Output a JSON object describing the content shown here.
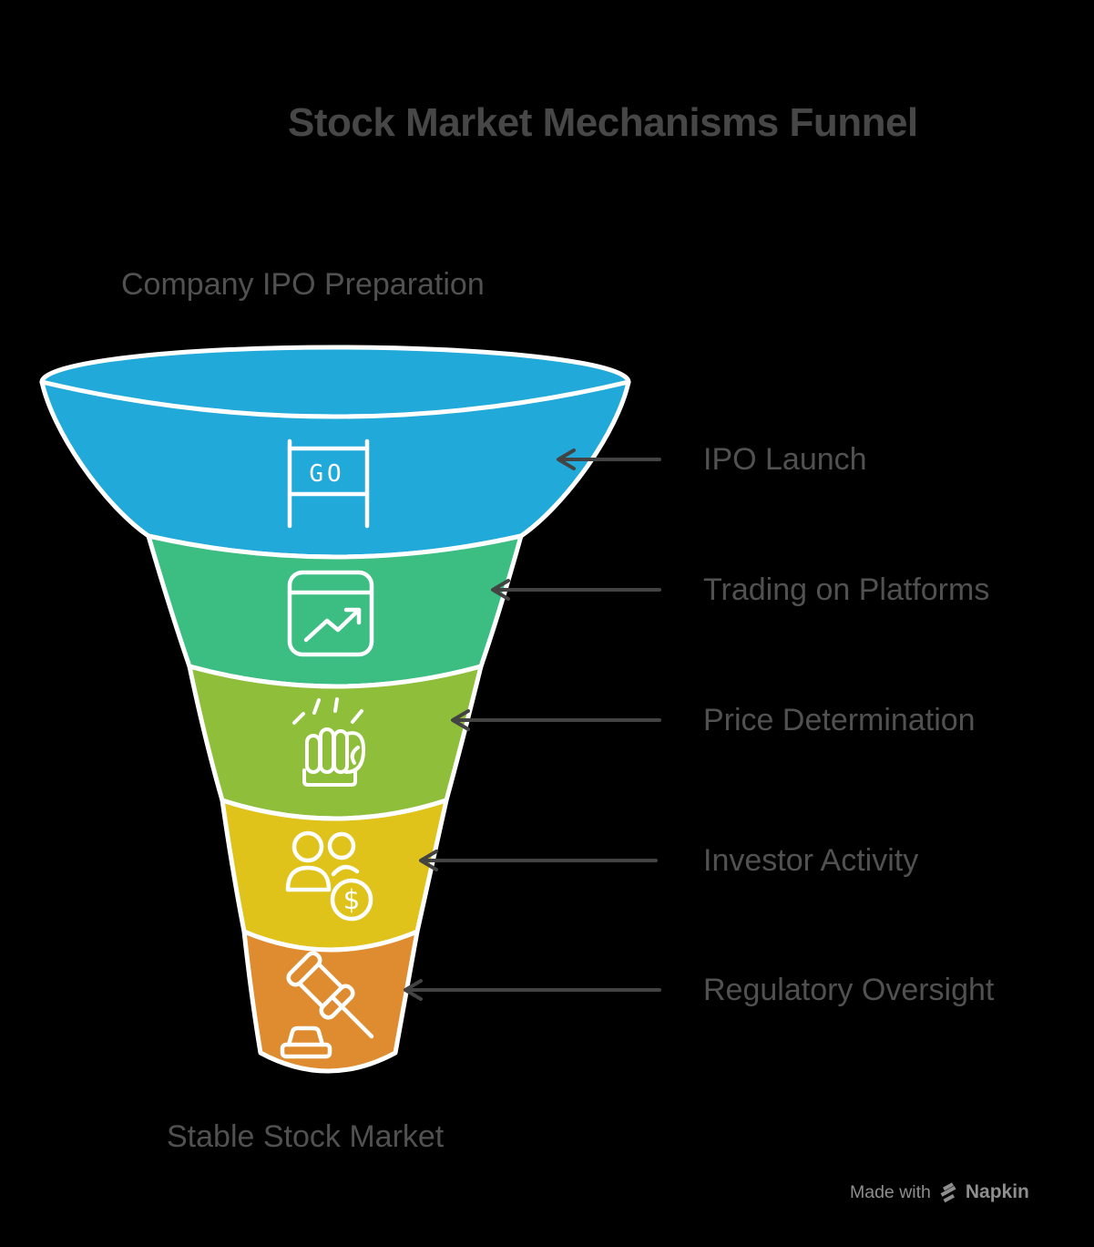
{
  "title": "Stock Market Mechanisms Funnel",
  "input_label": "Company IPO Preparation",
  "output_label": "Stable Stock Market",
  "stages": [
    {
      "label": "IPO Launch",
      "color": "#21A9DA",
      "icon": "go-sign-icon",
      "icon_text": "GO"
    },
    {
      "label": "Trading on Platforms",
      "color": "#3CBE83",
      "icon": "trading-chart-icon",
      "icon_text": ""
    },
    {
      "label": "Price Determination",
      "color": "#8FBE3B",
      "icon": "raised-fist-icon",
      "icon_text": ""
    },
    {
      "label": "Investor Activity",
      "color": "#E0C31A",
      "icon": "investors-icon",
      "icon_text": "$"
    },
    {
      "label": "Regulatory Oversight",
      "color": "#DE8C2F",
      "icon": "gavel-icon",
      "icon_text": ""
    }
  ],
  "watermark": {
    "made_with": "Made with",
    "brand": "Napkin"
  },
  "colors": {
    "background": "#000000",
    "title": "#474747",
    "label": "#515151",
    "arrow": "#434343",
    "outline": "#FFFFFF",
    "watermark": "#8E8E8E"
  }
}
